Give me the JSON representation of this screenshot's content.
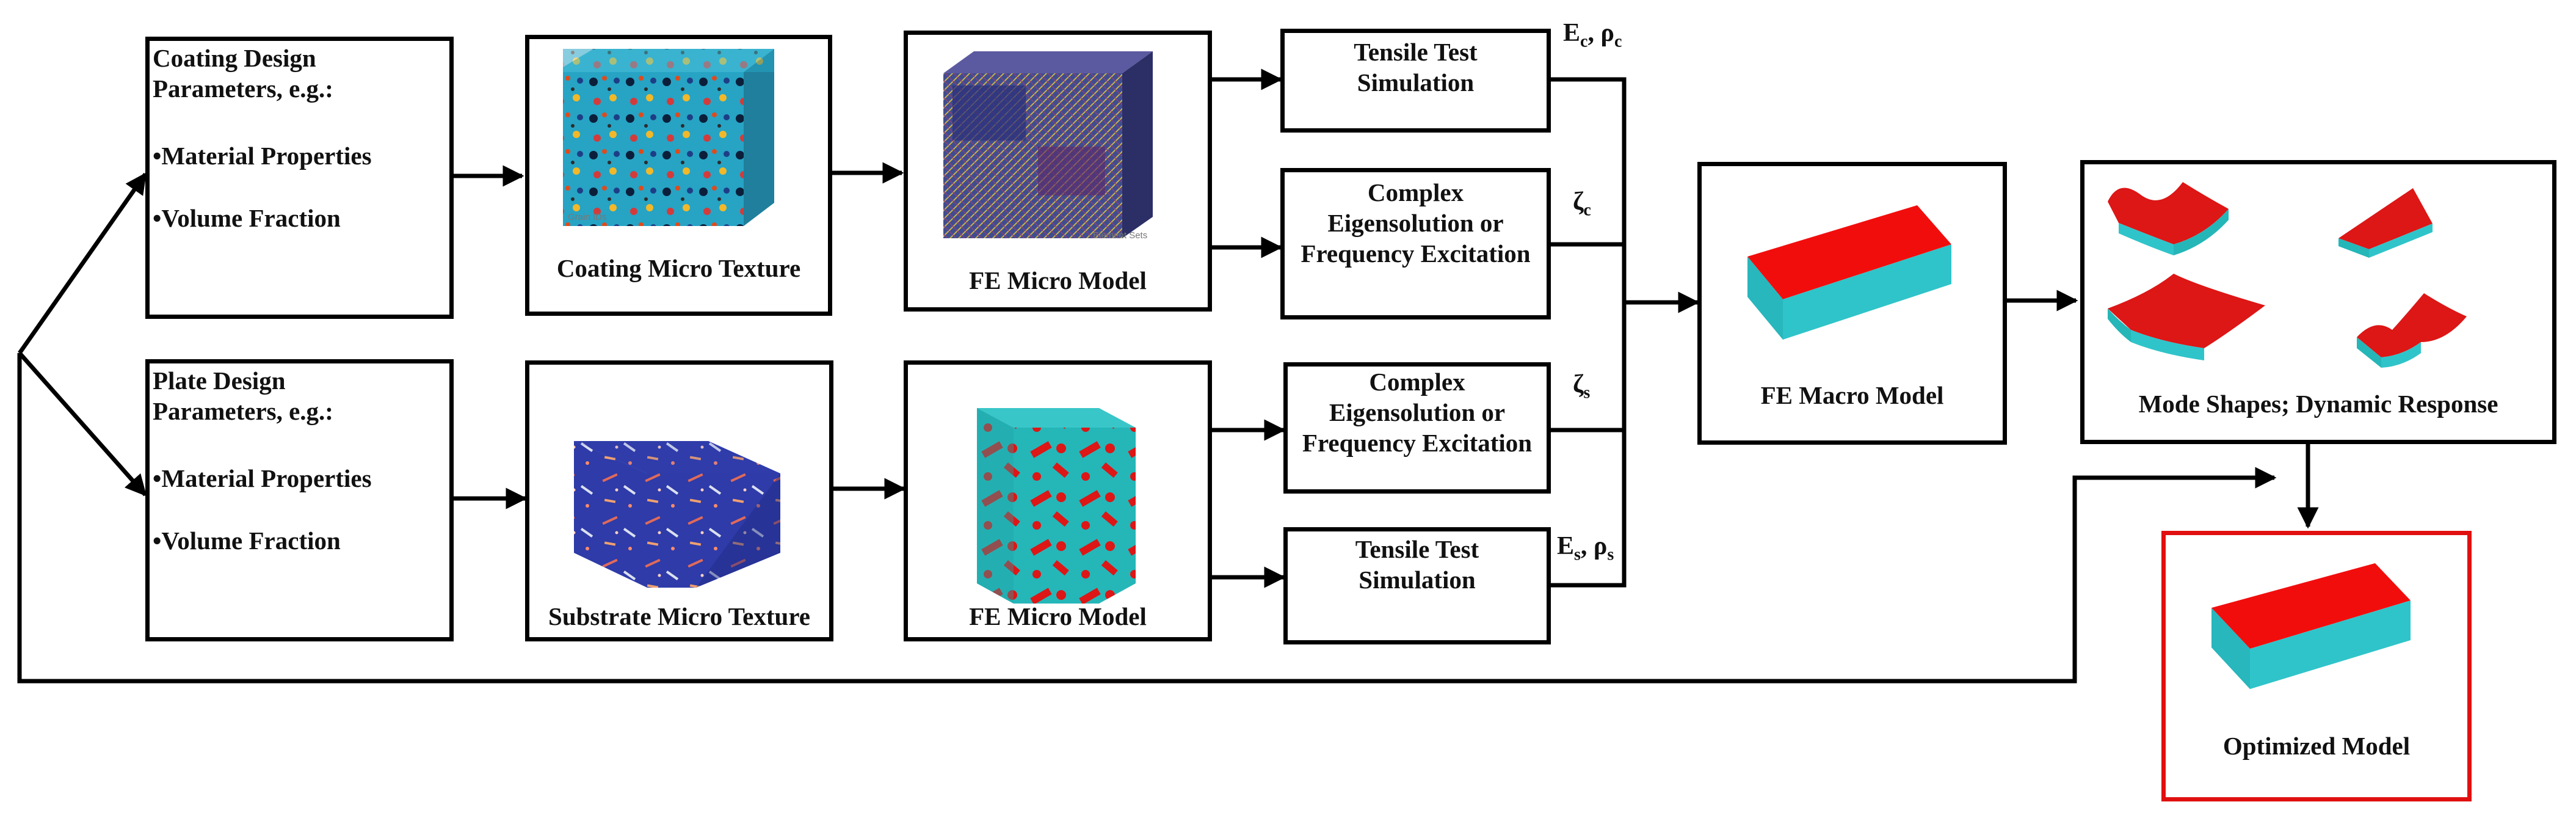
{
  "colors": {
    "accent_red": "#e01010",
    "slab_top": "#f20d0d",
    "slab_side": "#2fc4c9",
    "line": "#000000"
  },
  "boxes": {
    "coating_params": {
      "title": "Coating Design Parameters, e.g.:",
      "title_line1": "Coating Design",
      "title_line2": "Parameters, e.g.:",
      "bullet1": "Material Properties",
      "bullet2": "Volume Fraction"
    },
    "plate_params": {
      "title_line1": "Plate Design",
      "title_line2": "Parameters, e.g.:",
      "bullet1": "Material Properties",
      "bullet2": "Volume Fraction"
    },
    "coating_texture": {
      "label": "Coating Micro Texture",
      "inner_caption": "Grain IDs"
    },
    "substrate_texture": {
      "label": "Substrate Micro Texture"
    },
    "fe_micro_top": {
      "label": "FE Micro Model",
      "inner_caption": "Element Sets"
    },
    "fe_micro_bottom": {
      "label": "FE Micro Model"
    },
    "tensile_top": {
      "line1": "Tensile Test",
      "line2": "Simulation"
    },
    "eigen_top": {
      "line1": "Complex",
      "line2": "Eigensolution or",
      "line3": "Frequency Excitation"
    },
    "eigen_bottom": {
      "line1": "Complex",
      "line2": "Eigensolution or",
      "line3": "Frequency Excitation"
    },
    "tensile_bottom": {
      "line1": "Tensile Test",
      "line2": "Simulation"
    },
    "fe_macro": {
      "label": "FE Macro Model"
    },
    "mode_shapes": {
      "label": "Mode Shapes; Dynamic Response"
    },
    "optimized": {
      "label": "Optimized Model"
    }
  },
  "outputs": {
    "coating_tensile": {
      "E": "E",
      "E_sub": "c",
      "sep": ",",
      "rho": "ρ",
      "rho_sub": "c"
    },
    "coating_damping": {
      "zeta": "ζ",
      "zeta_sub": "c"
    },
    "substrate_damping": {
      "zeta": "ζ",
      "zeta_sub": "s"
    },
    "substrate_tensile": {
      "E": "E",
      "E_sub": "s",
      "sep": ",",
      "rho": "ρ",
      "rho_sub": "s"
    }
  },
  "icons": [
    "coating-grain-cube-icon",
    "fe-mesh-cube-icon",
    "substrate-fiber-cube-icon",
    "fe-fiber-cube-icon",
    "plate-slab-icon",
    "mode-shape-icon"
  ]
}
